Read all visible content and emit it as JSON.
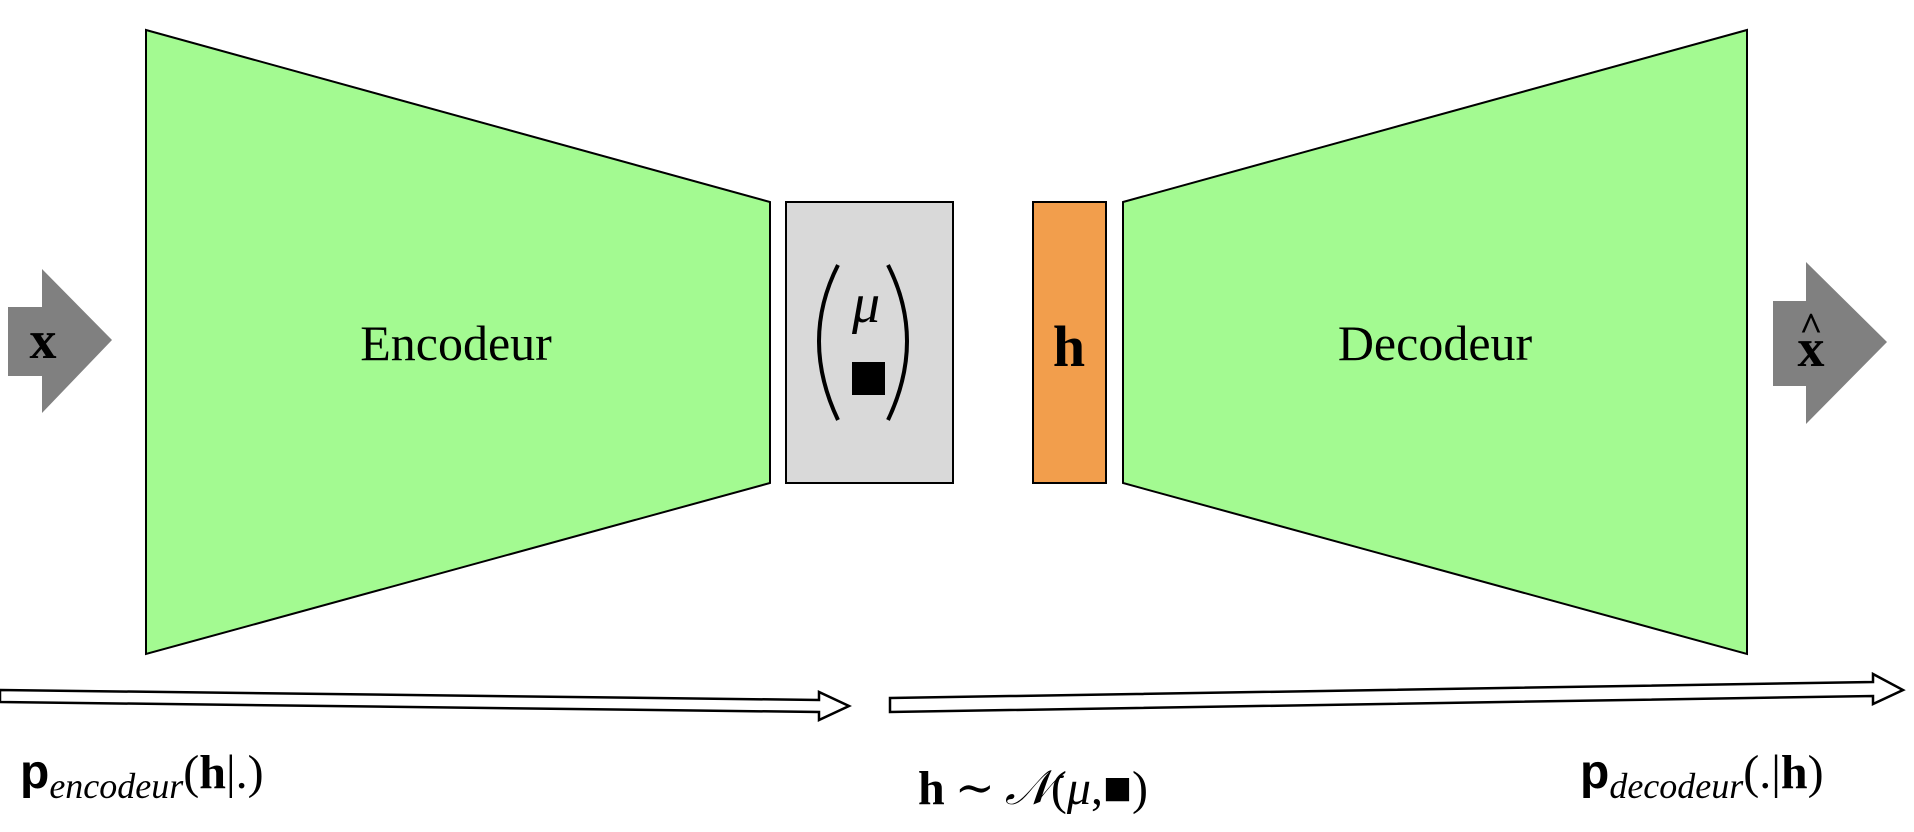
{
  "diagram": {
    "input": {
      "symbol": "x"
    },
    "output": {
      "symbol": "x",
      "accent": "^"
    },
    "encoder": {
      "label": "Encodeur"
    },
    "decoder": {
      "label": "Decodeur"
    },
    "latent_params": {
      "mu": "μ",
      "placeholder_glyph": "■"
    },
    "latent_sample": {
      "symbol": "h"
    },
    "formulas": {
      "encoder": {
        "p": "p",
        "subscript": "encodeur",
        "args": "(h|.)",
        "args_open": "(",
        "args_h": "h",
        "args_rest": "|.)"
      },
      "sampling": {
        "h": "h",
        "tilde": "∼",
        "normal": "𝒩",
        "open": "(",
        "mu": "μ",
        "comma": ",",
        "square": "■",
        "close": ")"
      },
      "decoder": {
        "p": "p",
        "subscript": "decodeur",
        "args_open": "(.|",
        "args_h": "h",
        "args_close": ")"
      }
    },
    "colors": {
      "trapezoid_fill": "#a3fa91",
      "latent_params_fill": "#d9d9d9",
      "latent_sample_fill": "#f29e4c",
      "arrow_fill": "#808080",
      "outline": "#000000"
    }
  }
}
